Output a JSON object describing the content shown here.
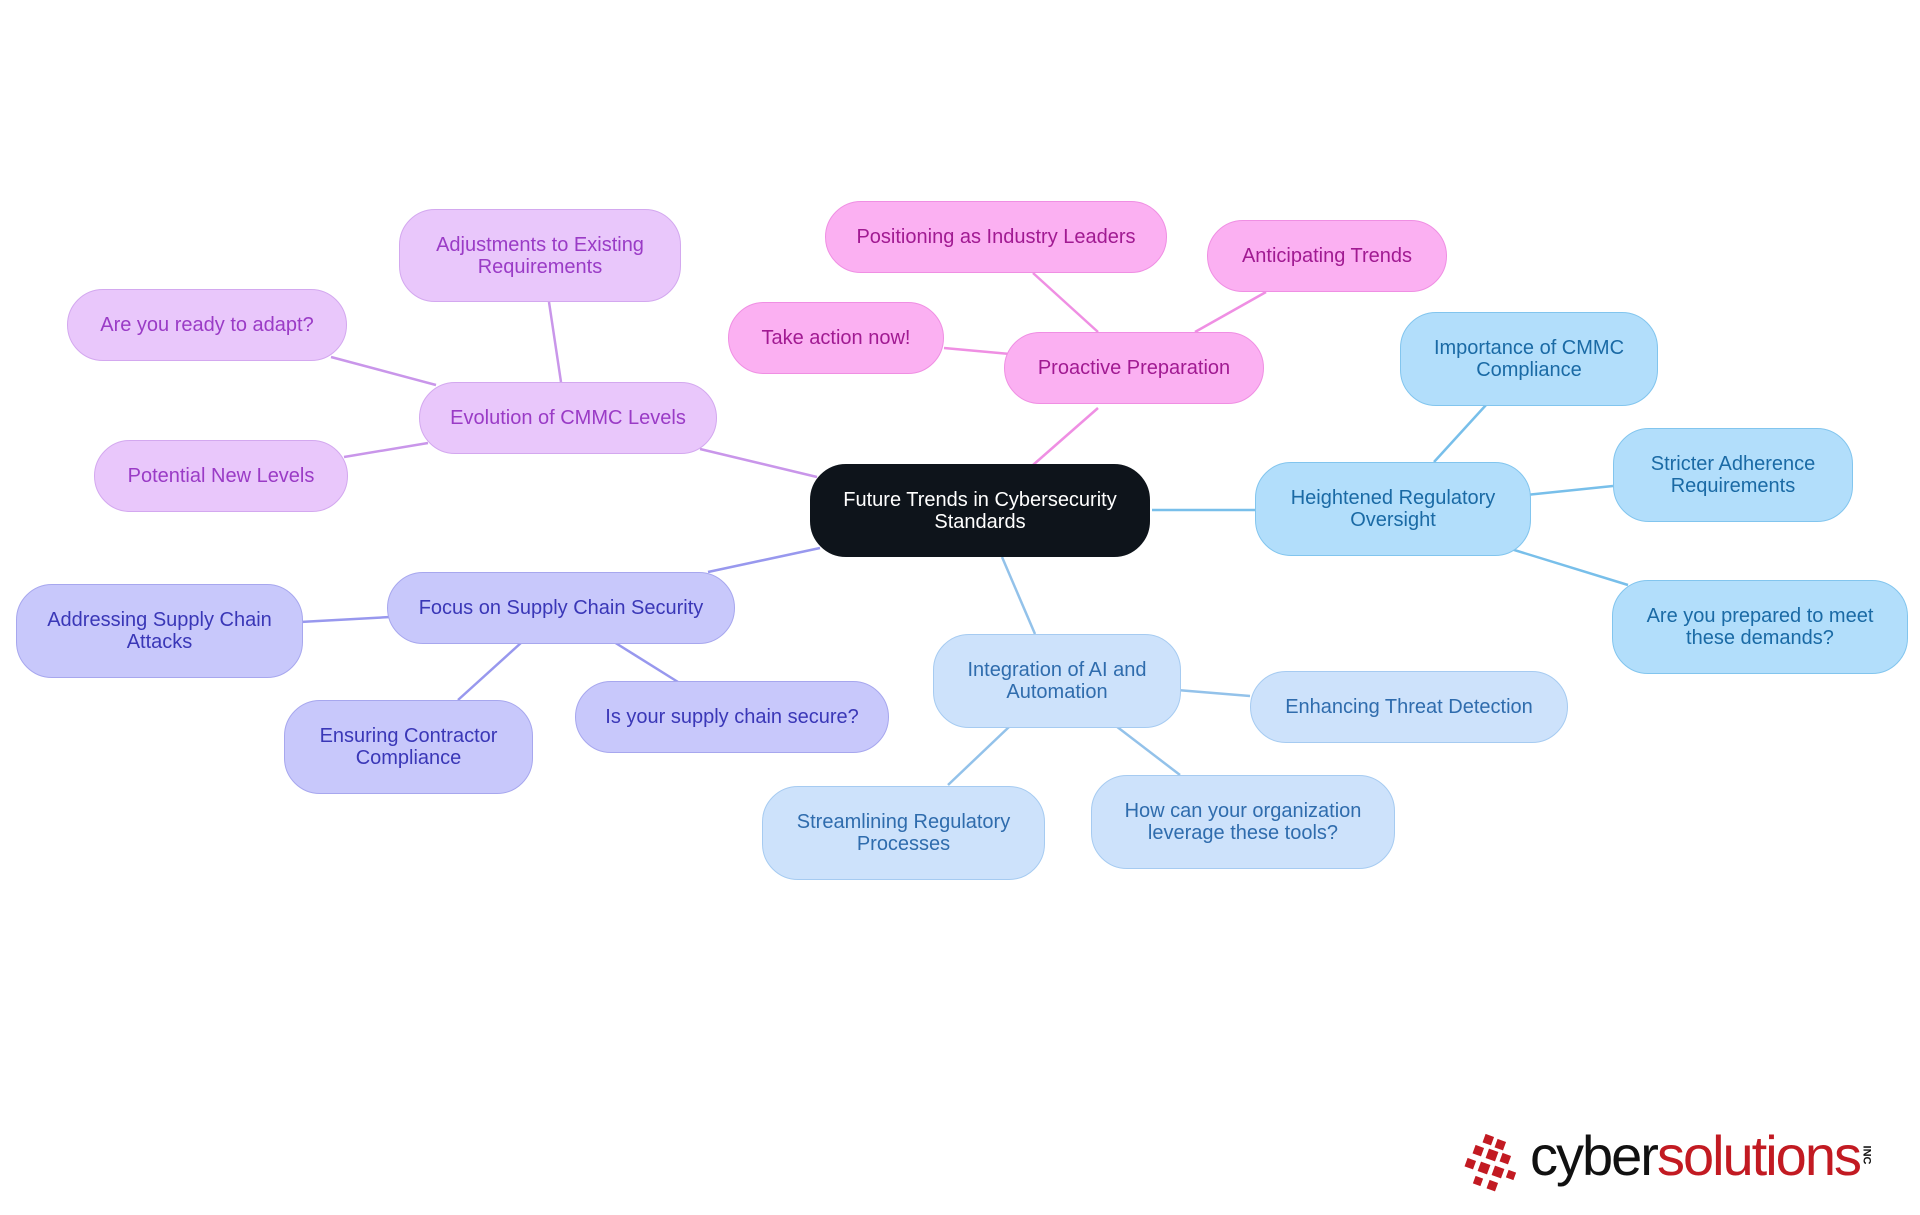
{
  "diagram": {
    "root": "Future Trends in Cybersecurity Standards",
    "branches": [
      {
        "label": "Proactive Preparation",
        "color": "#fbb0f2",
        "children": [
          "Positioning as Industry Leaders",
          "Anticipating Trends",
          "Take action now!"
        ]
      },
      {
        "label": "Evolution of CMMC Levels",
        "color": "#e9c7fb",
        "children": [
          "Adjustments to Existing Requirements",
          "Are you ready to adapt?",
          "Potential New Levels"
        ]
      },
      {
        "label": "Heightened Regulatory Oversight",
        "color": "#b2defb",
        "children": [
          "Importance of CMMC Compliance",
          "Stricter Adherence Requirements",
          "Are you prepared to meet these demands?"
        ]
      },
      {
        "label": "Focus on Supply Chain Security",
        "color": "#c8c8fb",
        "children": [
          "Addressing Supply Chain Attacks",
          "Ensuring Contractor Compliance",
          "Is your supply chain secure?"
        ]
      },
      {
        "label": "Integration of AI and Automation",
        "color": "#cde2fb",
        "children": [
          "Enhancing Threat Detection",
          "Streamlining Regulatory Processes",
          "How can your organization leverage these tools?"
        ]
      }
    ]
  },
  "logo": {
    "part1": "cyber",
    "part2": "solutions",
    "suffix": "INC"
  },
  "colors": {
    "root": "#0e141b",
    "pink_line": "#ef8fe3",
    "lavender_line": "#c996ea",
    "periwinkle_line": "#9898ee",
    "sky_line": "#78bfea",
    "pale_line": "#93c2ea",
    "logo_red": "#c21a22"
  }
}
